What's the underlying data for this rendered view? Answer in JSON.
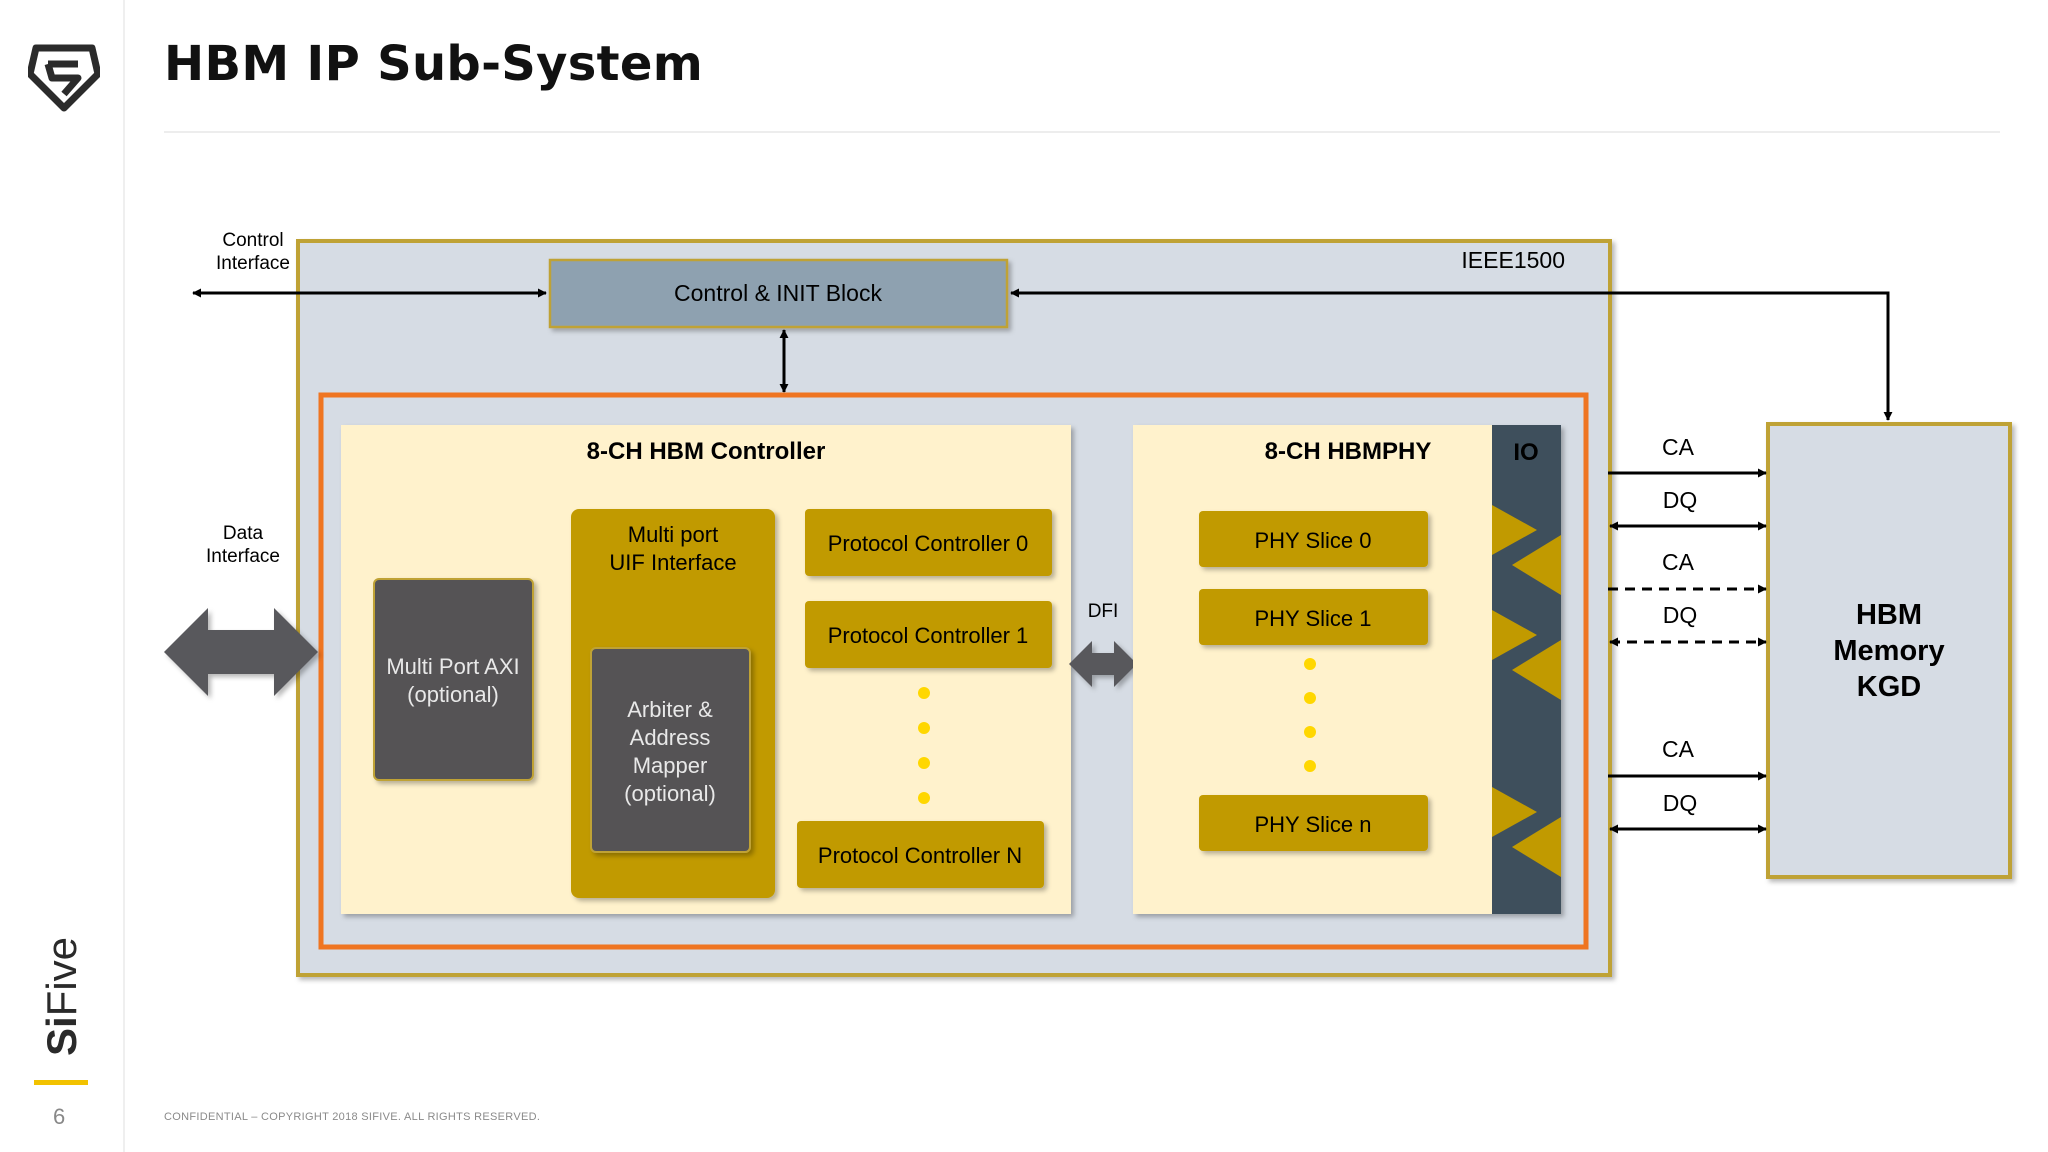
{
  "page": {
    "title": "HBM IP Sub-System",
    "brand": {
      "strong": "Si",
      "light": "Five"
    },
    "page_number": "6",
    "footer": "CONFIDENTIAL – COPYRIGHT 2018 SIFIVE.  ALL RIGHTS RESERVED."
  },
  "diagram": {
    "outer_block": "IEEE1500",
    "control_interface": [
      "Control",
      "Interface"
    ],
    "data_interface": [
      "Data",
      "Interface"
    ],
    "control_init_block": "Control & INIT Block",
    "controller": {
      "title": "8-CH HBM Controller",
      "axi": [
        "Multi Port AXI",
        "(optional)"
      ],
      "uif": [
        "Multi port",
        "UIF Interface"
      ],
      "arbiter": [
        "Arbiter &",
        "Address",
        "Mapper",
        "(optional)"
      ],
      "protocol_0": "Protocol Controller 0",
      "protocol_1": "Protocol Controller 1",
      "protocol_n": "Protocol Controller N"
    },
    "dfi": "DFI",
    "phy": {
      "title": "8-CH HBMPHY",
      "io": "IO",
      "slice_0": "PHY Slice 0",
      "slice_1": "PHY Slice 1",
      "slice_n": "PHY Slice n"
    },
    "signals": {
      "ca_1": "CA",
      "dq_1": "DQ",
      "ca_2": "CA",
      "dq_2": "DQ",
      "ca_3": "CA",
      "dq_3": "DQ"
    },
    "memory": [
      "HBM",
      "Memory",
      "KGD"
    ]
  },
  "colors": {
    "accent_gold": "#c19a00",
    "border_gold": "#bfa236",
    "orange": "#ef7521",
    "outer_fill": "#d6dce4",
    "init_fill": "#8ea1b0",
    "cream": "#fff2cc",
    "dark_box": "#555354",
    "io_strip": "#3e4f5c",
    "dot_yellow": "#ffd700"
  }
}
